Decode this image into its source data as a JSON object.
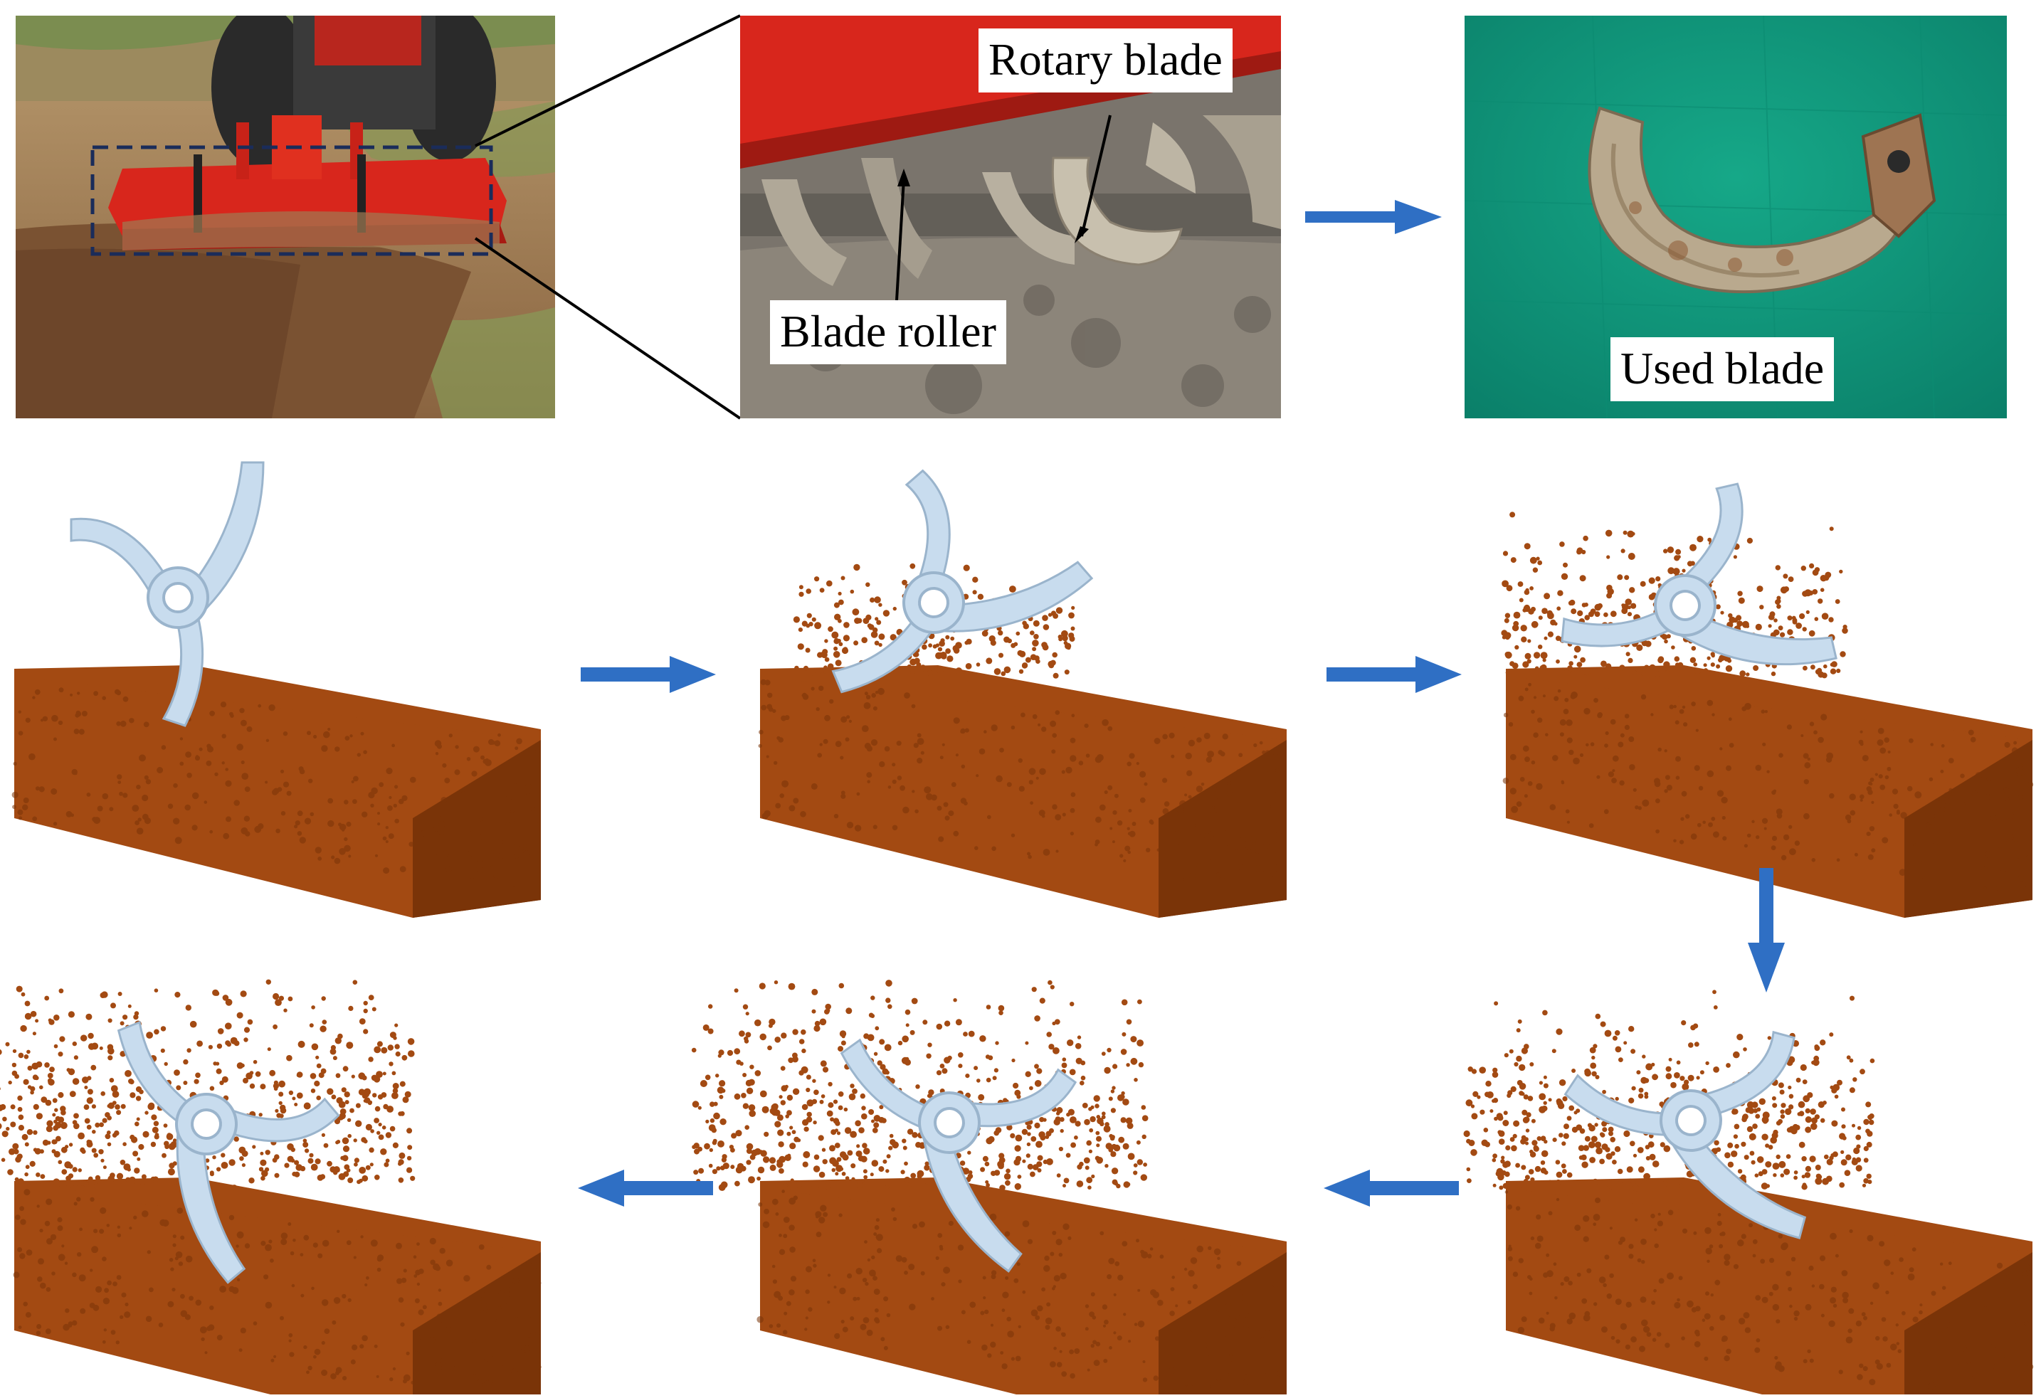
{
  "photos": {
    "tractor": {
      "alt": "tractor-with-rotary-tiller-photo"
    },
    "closeup": {
      "rotary_blade_label": "Rotary blade",
      "blade_roller_label": "Blade roller"
    },
    "used_blade": {
      "label": "Used blade"
    }
  },
  "colors": {
    "arrow": "#2F6FC4",
    "soil": "#A34A12",
    "soil_dark": "#7A3408",
    "blade": "#C8DCEE",
    "tiller_red": "#D8261C",
    "green_mat": "#0F9A7E",
    "field": "#8A6440"
  },
  "simulation": {
    "frames": [
      {
        "id": 1,
        "scatter": 0.0
      },
      {
        "id": 2,
        "scatter": 0.35
      },
      {
        "id": 3,
        "scatter": 0.55
      },
      {
        "id": 4,
        "scatter": 0.75
      },
      {
        "id": 5,
        "scatter": 0.9
      },
      {
        "id": 6,
        "scatter": 1.0
      }
    ],
    "flow": [
      "right",
      "right",
      "down",
      "left",
      "left"
    ]
  }
}
